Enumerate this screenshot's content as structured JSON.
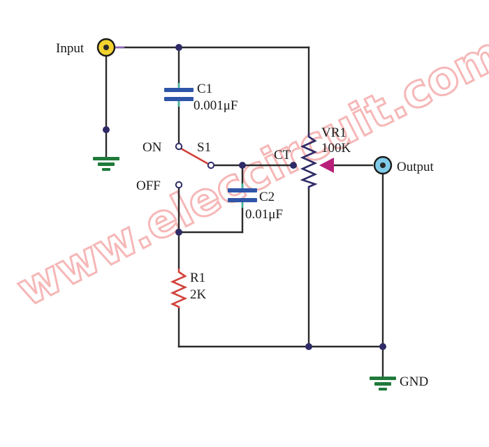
{
  "watermark": "www.eleccircuit.com",
  "colors": {
    "wire": "#2a2a2a",
    "node": "#2e2b66",
    "capacitor": "#2f55a8",
    "capacitor_lead": "#3cb39a",
    "resistor": "#d0413a",
    "ground": "#1f7a3a",
    "input_jack": "#f2d230",
    "output_jack": "#7fcbe8",
    "wiper_arrow": "#b8207a",
    "watermark": "#f6b7b7"
  },
  "labels": {
    "input": "Input",
    "output": "Output",
    "gnd": "GND",
    "on": "ON",
    "off": "OFF",
    "ct": "CT"
  },
  "components": {
    "c1": {
      "ref": "C1",
      "value": "0.001μF"
    },
    "c2": {
      "ref": "C2",
      "value": "0.01μF"
    },
    "r1": {
      "ref": "R1",
      "value": "2K"
    },
    "vr1": {
      "ref": "VR1",
      "value": "100K"
    },
    "s1": {
      "ref": "S1"
    }
  }
}
